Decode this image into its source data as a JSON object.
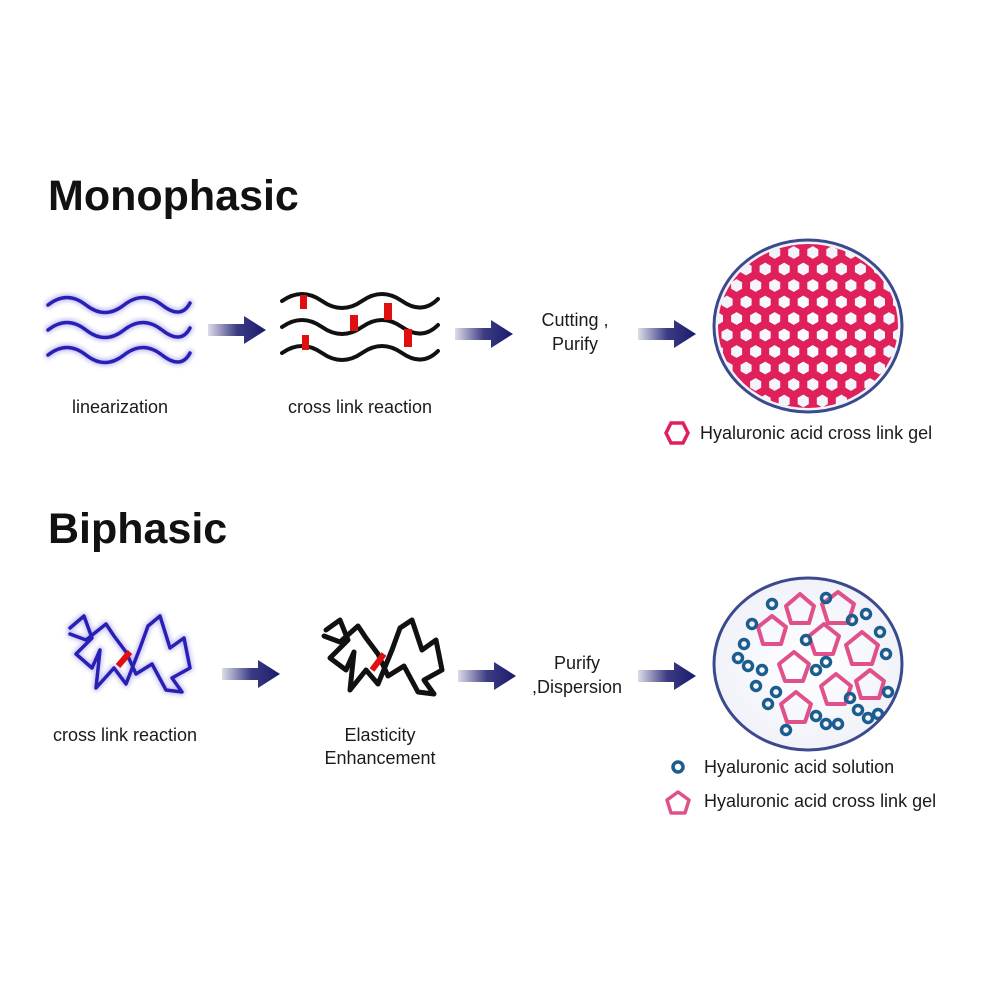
{
  "monophasic": {
    "title": "Monophasic",
    "step1_label": "linearization",
    "step2_label": "cross link reaction",
    "step3_line1": "Cutting ,",
    "step3_line2": "Purify",
    "legend_gel": "Hyaluronic acid cross link gel"
  },
  "biphasic": {
    "title": "Biphasic",
    "step1_label": "cross link reaction",
    "step2_line1": "Elasticity",
    "step2_line2": "Enhancement",
    "step3_line1": "Purify",
    "step3_line2": ",Dispersion",
    "legend_solution": "Hyaluronic acid solution",
    "legend_gel": "Hyaluronic acid cross link gel"
  },
  "colors": {
    "chain_blue": "#2a1fb5",
    "chain_black": "#111111",
    "crosslink_red": "#e01010",
    "arrow_navy": "#1a1a6e",
    "gel_pink": "#e0205a",
    "gel_pink_light": "#e0508a",
    "solution_blue": "#1c5d8f",
    "circle_border": "#3b4a8c"
  }
}
